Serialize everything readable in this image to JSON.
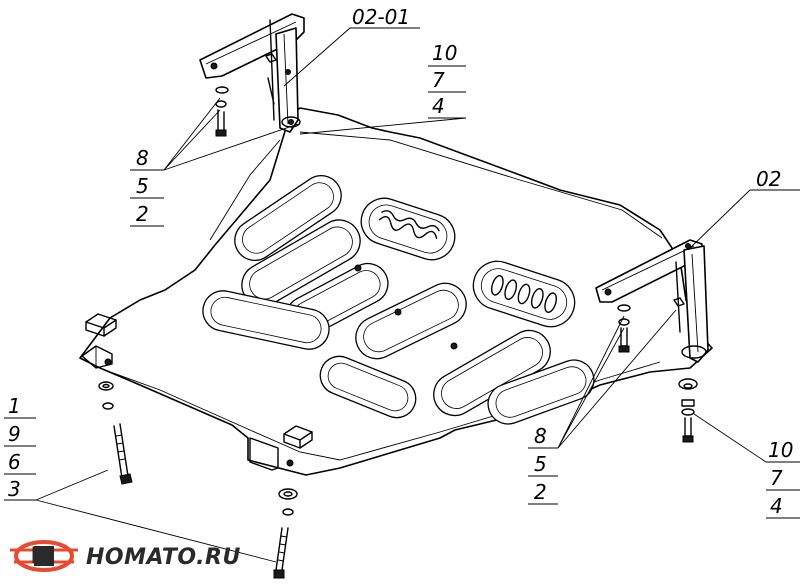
{
  "callouts": {
    "top_bracket": "02-01",
    "right_bracket": "02",
    "top_right_stack": [
      "10",
      "7",
      "4"
    ],
    "top_left_stack": [
      "8",
      "5",
      "2"
    ],
    "left_stack": [
      "1",
      "9",
      "6",
      "3"
    ],
    "bottom_mid_stack": [
      "8",
      "5",
      "2"
    ],
    "bottom_right_stack": [
      "10",
      "7",
      "4"
    ]
  },
  "logo": {
    "text": "HOMATO.RU",
    "accent_color": "#e8492f"
  }
}
